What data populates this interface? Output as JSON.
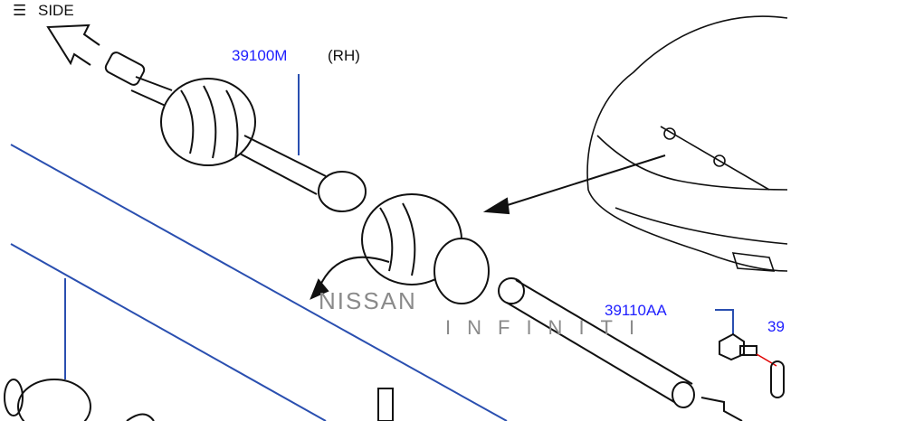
{
  "header": {
    "side_icon": "three-bar-icon",
    "side_label": "SIDE"
  },
  "parts": [
    {
      "number": "39100M",
      "qualifier": "(RH)"
    },
    {
      "number": "39110AA"
    },
    {
      "number": "39"
    }
  ],
  "watermark": {
    "brand1": "NISSAN",
    "brand2": "INFINITI"
  },
  "colors": {
    "part_label": "#2020ff",
    "leader_line": "#2a4fb0",
    "pointer": "#e00000"
  }
}
